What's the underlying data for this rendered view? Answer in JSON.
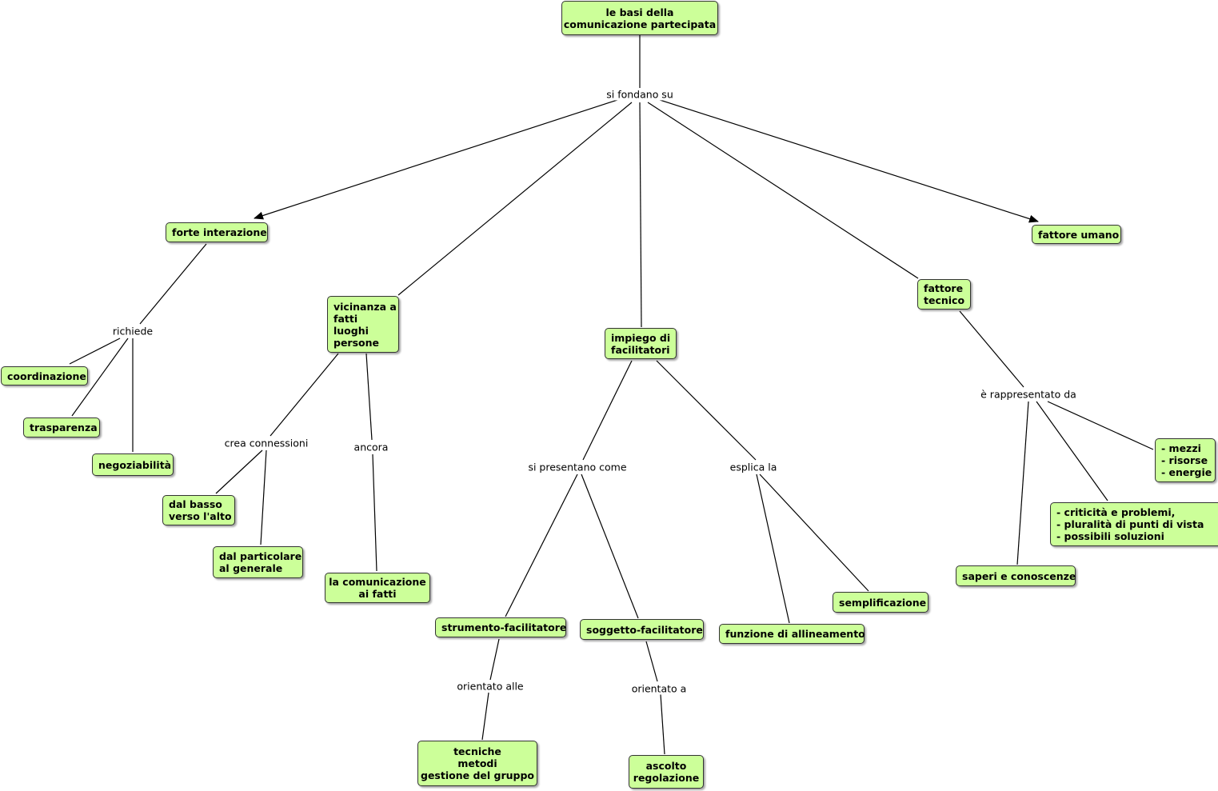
{
  "concepts": {
    "root": "le basi della\ncomunicazione partecipata",
    "forte_interazione": "forte interazione",
    "vicinanza": "vicinanza a\nfatti\nluoghi\npersone",
    "impiego": "impiego di\nfacilitatori",
    "fattore_tecnico": "fattore\ntecnico",
    "fattore_umano": "fattore umano",
    "coordinazione": "coordinazione",
    "trasparenza": "trasparenza",
    "negoziabilita": "negoziabilità",
    "dal_basso": "dal basso\nverso l'alto",
    "dal_particolare": "dal particolare\nal generale",
    "comunicazione_fatti": "la comunicazione\nai fatti",
    "strumento": "strumento-facilitatore",
    "soggetto": "soggetto-facilitatore",
    "tecniche": "tecniche\nmetodi\ngestione del gruppo",
    "ascolto": "ascolto\nregolazione",
    "funzione": "funzione di allineamento",
    "semplificazione": "semplificazione",
    "saperi": "saperi e conoscenze",
    "criticita": "- criticità e problemi,\n- pluralità di punti di vista\n- possibili soluzioni",
    "mezzi": "- mezzi\n- risorse\n- energie"
  },
  "links": {
    "si_fondano_su": "si fondano su",
    "richiede": "richiede",
    "crea_connessioni": "crea connessioni",
    "ancora": "ancora",
    "si_presentano_come": "si presentano come",
    "esplica_la": "esplica la",
    "orientato_alle": "orientato alle",
    "orientato_a": "orientato a",
    "e_rappresentato_da": "è rappresentato da"
  },
  "colors": {
    "concept_fill": "#ccff99",
    "concept_border": "#333333",
    "line": "#000000"
  }
}
